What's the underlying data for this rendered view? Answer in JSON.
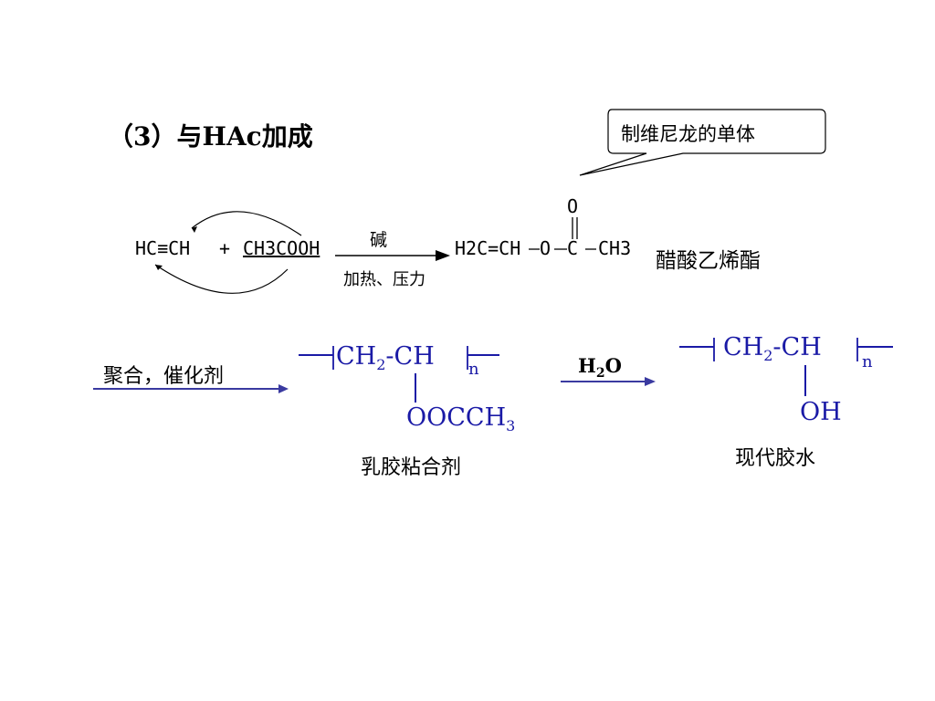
{
  "heading": "（3）与HAc加成",
  "callout": "制维尼龙的单体",
  "reaction1": {
    "reactant1_left": "HC",
    "triple_bond": "≡",
    "reactant1_right": "CH",
    "plus": "+",
    "reactant2": "CH3COOH",
    "condition_top": "碱",
    "condition_bottom": "加热、压力",
    "product_part1": "H2C=CH",
    "product_o": "O",
    "product_c": "C",
    "product_ch3": "CH3",
    "carbonyl_o": "O",
    "product_name": "醋酸乙烯酯"
  },
  "step2": {
    "condition": "聚合，催化剂",
    "polymer_chain": "CH2-CH",
    "polymer_subscript_n": "n",
    "polymer_sidegroup": "OOCCH3",
    "polymer_name": "乳胶粘合剂"
  },
  "step3": {
    "condition_h": "H",
    "condition_2": "2",
    "condition_o": "O",
    "polymer_chain": "CH2-CH",
    "polymer_subscript_n": "n",
    "polymer_sidegroup": "OH",
    "polymer_name": "现代胶水"
  },
  "colors": {
    "polymer": "#1a1aa6",
    "arrow": "#3a3aa0",
    "text": "#000000"
  }
}
